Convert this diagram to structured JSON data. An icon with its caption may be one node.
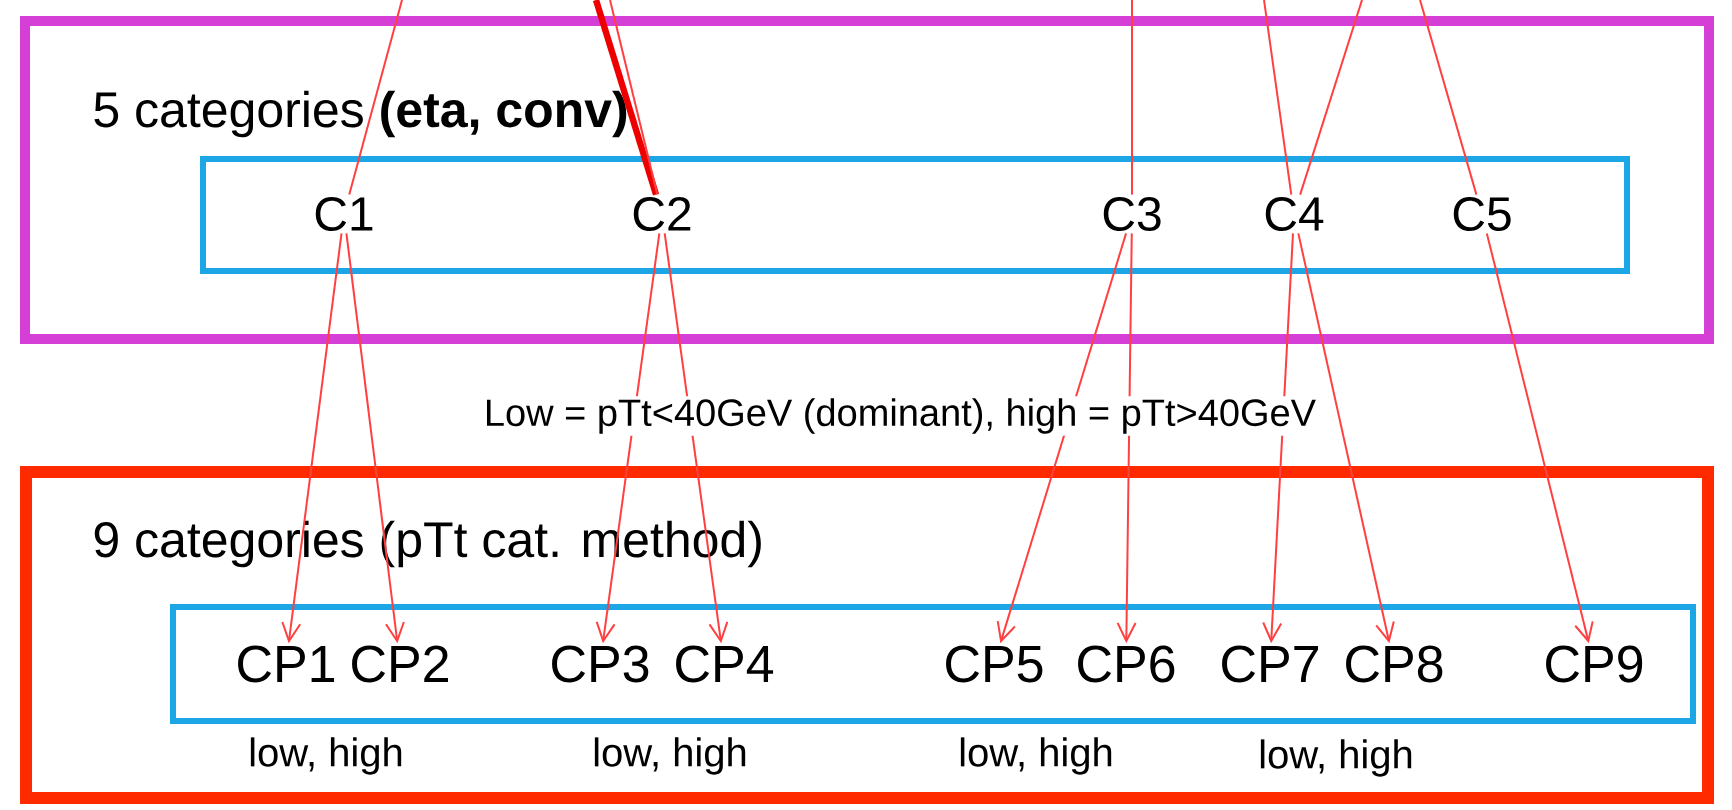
{
  "diagram": {
    "nodes": [
      {
        "text": [
          "5 categories **(eta, conv)**"
        ]
      },
      {
        "text": [],
        "shape": "box",
        "in": 0
      },
      {
        "text": [
          "C1"
        ],
        "in": 1
      },
      {
        "text": [
          "C2"
        ],
        "in": 1
      },
      {
        "text": [
          "C3"
        ],
        "in": 1
      },
      {
        "text": [
          "C4"
        ],
        "in": 1
      },
      {
        "text": [
          "C5"
        ],
        "in": 1
      },
      {
        "text": [
          "9 categories (pTt cat. method)"
        ]
      },
      {
        "text": [],
        "shape": "box",
        "in": 7
      },
      {
        "text": [
          "CP1"
        ],
        "in": 8
      },
      {
        "text": [
          "CP2"
        ],
        "in": 8
      },
      {
        "text": [
          "CP3"
        ],
        "in": 8
      },
      {
        "text": [
          "CP4"
        ],
        "in": 8
      },
      {
        "text": [
          "CP5"
        ],
        "in": 8
      },
      {
        "text": [
          "CP6"
        ],
        "in": 8
      },
      {
        "text": [
          "CP7"
        ],
        "in": 8
      },
      {
        "text": [
          "CP8"
        ],
        "in": 8
      },
      {
        "text": [
          "CP9"
        ],
        "in": 8
      }
    ],
    "edges": [
      {
        "from": null,
        "to": 2,
        "arrow": "none"
      },
      {
        "from": null,
        "to": 3,
        "arrow": "none",
        "style": "thick",
        "color": "#ee0000"
      },
      {
        "from": null,
        "to": 3,
        "arrow": "none"
      },
      {
        "from": null,
        "to": 4,
        "arrow": "none"
      },
      {
        "from": null,
        "to": 5,
        "arrow": "none"
      },
      {
        "from": null,
        "to": 5,
        "arrow": "none"
      },
      {
        "from": null,
        "to": 6,
        "arrow": "none"
      },
      {
        "from": 2,
        "to": 9,
        "arrow": "to"
      },
      {
        "from": 2,
        "to": 10,
        "arrow": "to"
      },
      {
        "from": 3,
        "to": 11,
        "arrow": "to"
      },
      {
        "from": 3,
        "to": 12,
        "arrow": "to"
      },
      {
        "from": 4,
        "to": 13,
        "arrow": "to"
      },
      {
        "from": 4,
        "to": 14,
        "arrow": "to"
      },
      {
        "from": 5,
        "to": 15,
        "arrow": "to"
      },
      {
        "from": 5,
        "to": 16,
        "arrow": "to"
      },
      {
        "from": 6,
        "to": 17,
        "arrow": "to"
      }
    ],
    "labels": [
      "Low = pTt<40GeV (dominant), high = pTt>40GeV",
      "low, high",
      "low, high",
      "low, high",
      "low, high"
    ]
  }
}
